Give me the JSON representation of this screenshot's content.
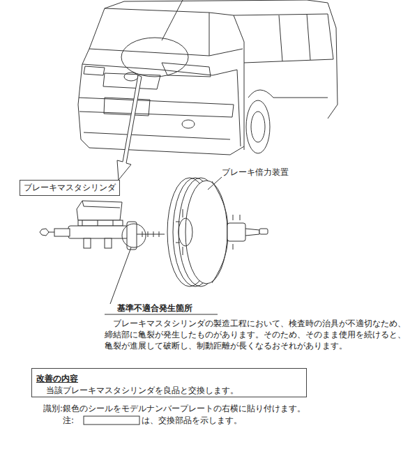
{
  "diagram": {
    "nodes": [
      {
        "text": [
          "ブレーキマスタシリンダ"
        ]
      },
      {
        "text": [
          "改善の内容",
          "当該ブレーキマスタシリンダを良品と交換します。"
        ]
      }
    ],
    "labels": [
      "ブレーキ倍力装置",
      "基準不適合発生箇所",
      "ブレーキマスタシリンダの製造工程において、検査時の治具が不適切なため、 締結部に亀裂が発生したものがあります。そのため、そのまま使用を続けると、 亀裂が進展して破断し、制動距離が長くなるおそれがあります。",
      "識別:銀色のシールをモデルナンバープレートの右横に貼り付けます。",
      "注:",
      "は、交換部品を示します。"
    ]
  }
}
